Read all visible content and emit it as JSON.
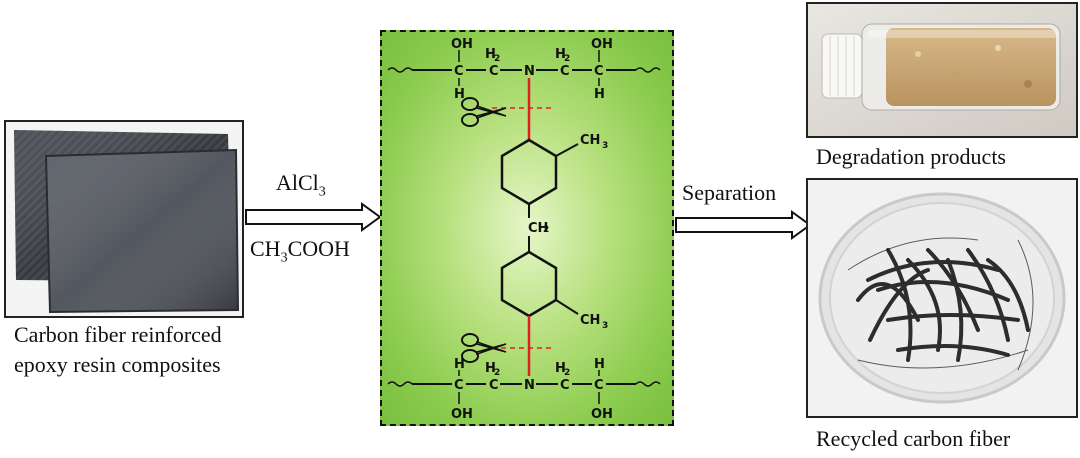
{
  "left": {
    "caption_line1": "Carbon fiber reinforced",
    "caption_line2": "epoxy resin composites"
  },
  "arrow1": {
    "reagent_top": "AlCl",
    "reagent_top_sub": "3",
    "reagent_bottom_pre": "CH",
    "reagent_bottom_sub": "3",
    "reagent_bottom_post": "COOH"
  },
  "molecule": {
    "oh": "OH",
    "c": "C",
    "h": "H",
    "h2": "H",
    "two": "2",
    "n": "N",
    "ch3": "CH",
    "three": "3"
  },
  "arrow2": {
    "label": "Separation"
  },
  "right": {
    "top_caption": "Degradation products",
    "bottom_caption": "Recycled carbon fiber"
  },
  "colors": {
    "panel_green": "#8ccc4f",
    "cleave_red": "#e02020",
    "bond_black": "#111111"
  }
}
